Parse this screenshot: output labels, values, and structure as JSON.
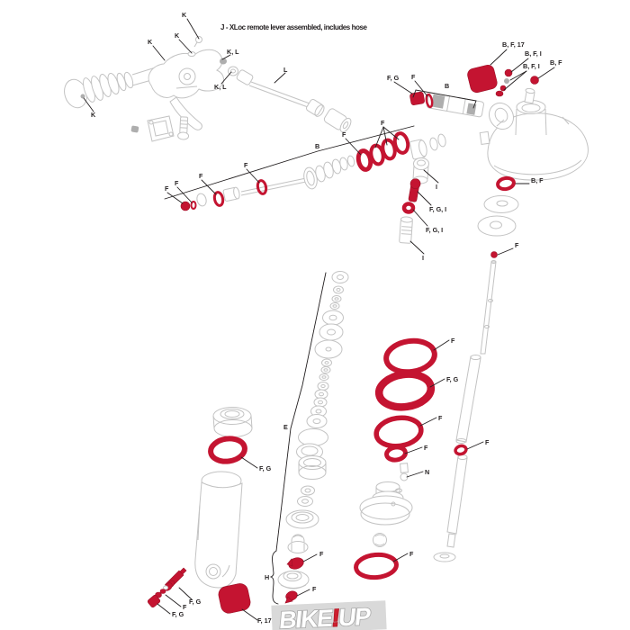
{
  "title": "J - XLoc remote lever assembled, includes hose",
  "colors": {
    "red": "#c41431",
    "dark": "#231f20",
    "sketch": "#c3c3c3",
    "gray_fill": "#aeaeae",
    "logo_bg": "#d9d9d9",
    "logo_red": "#cd1f2f"
  },
  "logo": {
    "bike": "BIKE",
    "bang": "!",
    "up": "UP"
  },
  "labels": {
    "k1": "K",
    "k2": "K",
    "k3": "K",
    "k4": "K",
    "kl1": "K, L",
    "kl2": "K, L",
    "l1": "L",
    "fg_nut": "F, G",
    "f_seal": "F",
    "b_cart": "B",
    "b_shaft": "B",
    "bf17": "B, F, 17",
    "bfi1": "B, F, I",
    "bfi2": "B, F, I",
    "bf1": "B, F",
    "bf2": "B, F",
    "f_top_dot": "F",
    "f1": "F",
    "f2": "F",
    "f3": "F",
    "f4": "F",
    "f5": "F",
    "f6": "F",
    "i1": "I",
    "fgi1": "F, G, I",
    "fgi2": "F, G, I",
    "i2": "I",
    "e": "E",
    "f_big1": "F",
    "fg_big": "F, G",
    "f_big3": "F",
    "f_small": "F",
    "f_rs": "F",
    "n": "N",
    "f_bot": "F",
    "fg_can": "F, G",
    "f_h1": "F",
    "f_h2": "F",
    "h": "H",
    "fg_valve": "F, G",
    "f_valve": "F",
    "fg_cap": "F, G",
    "f17": "F, 17"
  }
}
